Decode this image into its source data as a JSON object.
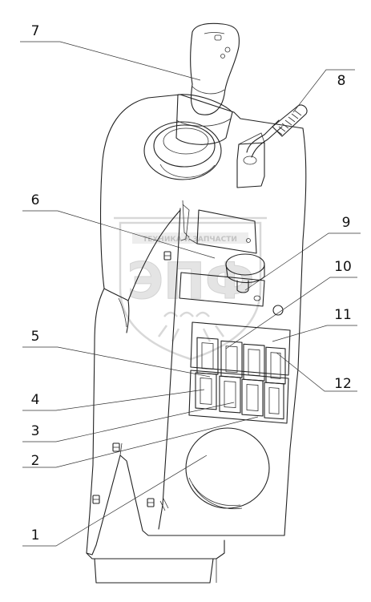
{
  "callouts": [
    {
      "id": "1",
      "label": "1"
    },
    {
      "id": "2",
      "label": "2"
    },
    {
      "id": "3",
      "label": "3"
    },
    {
      "id": "4",
      "label": "4"
    },
    {
      "id": "5",
      "label": "5"
    },
    {
      "id": "6",
      "label": "6"
    },
    {
      "id": "7",
      "label": "7"
    },
    {
      "id": "8",
      "label": "8"
    },
    {
      "id": "9",
      "label": "9"
    },
    {
      "id": "10",
      "label": "10"
    },
    {
      "id": "11",
      "label": "11"
    },
    {
      "id": "12",
      "label": "12"
    }
  ],
  "watermark": {
    "logo_text": "ЭПФ",
    "banner_text": "ТЕХНИКА И ЗАПЧАСТИ"
  },
  "colors": {
    "line": "#222222",
    "background": "#ffffff",
    "watermark": "#d4d4d4"
  }
}
